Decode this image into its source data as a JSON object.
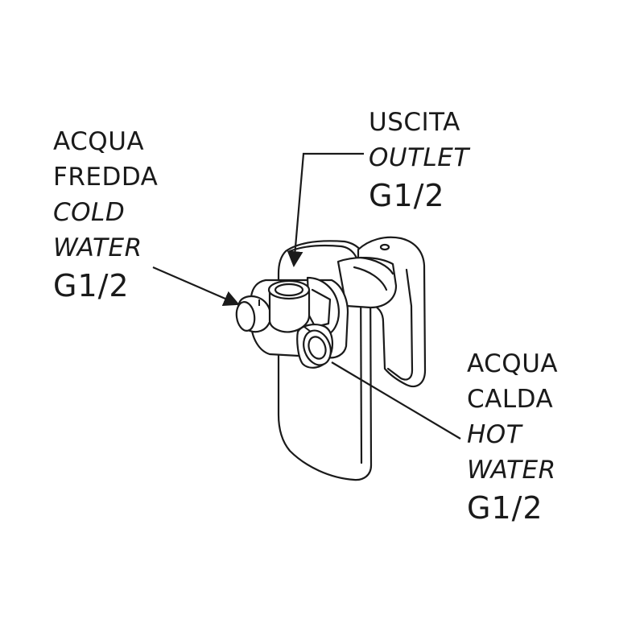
{
  "labels": {
    "cold": {
      "italian_line1": "ACQUA",
      "italian_line2": "FREDDA",
      "english_line1": "COLD",
      "english_line2": "WATER",
      "thread": "G1/2"
    },
    "outlet": {
      "italian": "USCITA",
      "english": "OUTLET",
      "thread": "G1/2"
    },
    "hot": {
      "italian_line1": "ACQUA",
      "italian_line2": "CALDA",
      "english_line1": "HOT",
      "english_line2": "WATER",
      "thread": "G1/2"
    }
  },
  "colors": {
    "ink": "#1a1a1a",
    "background": "#ffffff"
  }
}
